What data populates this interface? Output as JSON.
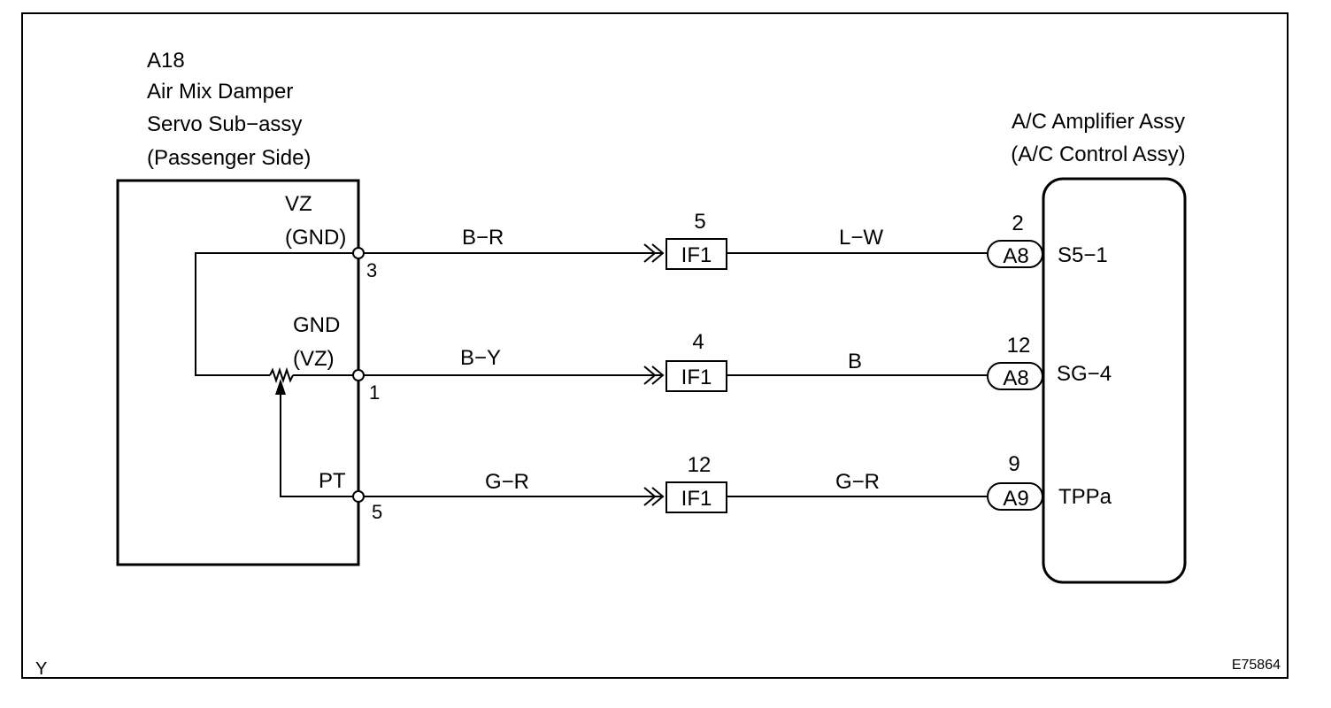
{
  "left_component": {
    "code": "A18",
    "name_line1": "Air Mix Damper",
    "name_line2": "Servo Sub−assy",
    "name_line3": "(Passenger Side)",
    "term_vz": "VZ",
    "term_vz_alt": "(GND)",
    "term_gnd": "GND",
    "term_gnd_alt": "(VZ)",
    "term_pt": "PT",
    "pin_3": "3",
    "pin_1": "1",
    "pin_5": "5"
  },
  "right_component": {
    "name_line1": "A/C Amplifier Assy",
    "name_line2": "(A/C Control Assy)"
  },
  "circuits": [
    {
      "left_wire": "B−R",
      "junction_pin": "5",
      "junction": "IF1",
      "right_wire": "L−W",
      "connector_pin": "2",
      "connector": "A8",
      "signal": "S5−1"
    },
    {
      "left_wire": "B−Y",
      "junction_pin": "4",
      "junction": "IF1",
      "right_wire": "B",
      "connector_pin": "12",
      "connector": "A8",
      "signal": "SG−4"
    },
    {
      "left_wire": "G−R",
      "junction_pin": "12",
      "junction": "IF1",
      "right_wire": "G−R",
      "connector_pin": "9",
      "connector": "A9",
      "signal": "TPPa"
    }
  ],
  "footer": {
    "corner_mark": "Y",
    "figure_id": "E75864"
  }
}
